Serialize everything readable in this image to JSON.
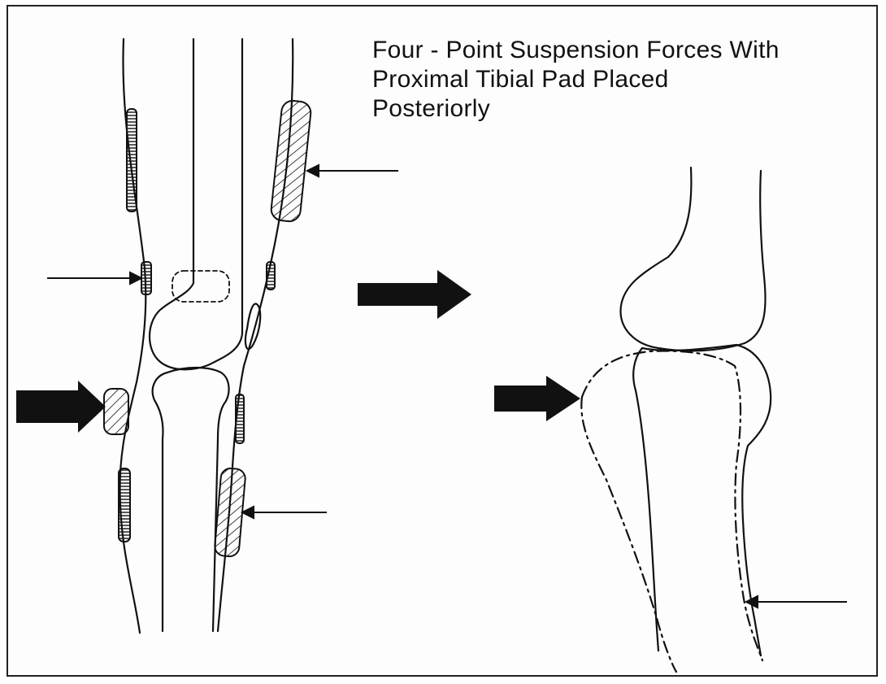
{
  "title_lines": [
    "Four - Point Suspension Forces With",
    "Proximal Tibial Pad Placed",
    "Posteriorly"
  ],
  "colors": {
    "stroke": "#111111",
    "background": "#fdfdfd"
  }
}
